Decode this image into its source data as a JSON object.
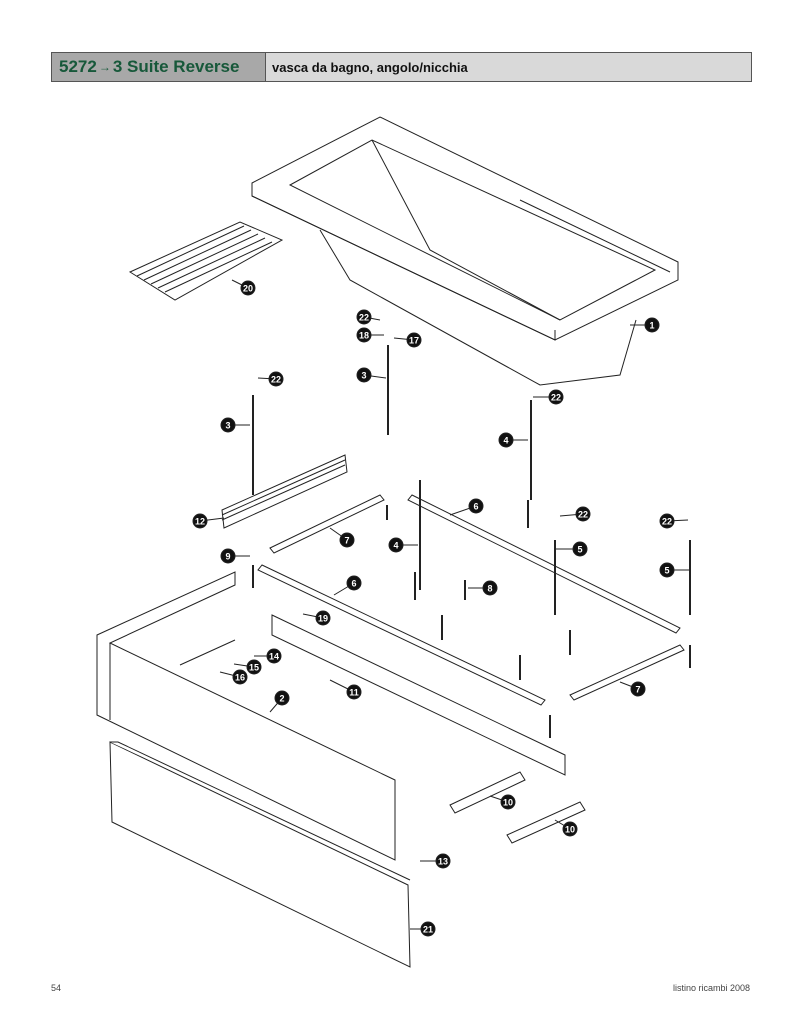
{
  "header": {
    "code": "5272",
    "arrow": "→",
    "model": "3 Suite Reverse",
    "description": "vasca da bagno, angolo/nicchia"
  },
  "callouts": [
    "20",
    "22",
    "18",
    "17",
    "1",
    "22",
    "3",
    "22",
    "3",
    "4",
    "6",
    "22",
    "22",
    "12",
    "7",
    "4",
    "5",
    "9",
    "5",
    "6",
    "8",
    "19",
    "14",
    "15",
    "16",
    "2",
    "11",
    "7",
    "10",
    "10",
    "13",
    "21"
  ],
  "footer": {
    "page": "54",
    "catalog": "listino ricambi 2008"
  }
}
